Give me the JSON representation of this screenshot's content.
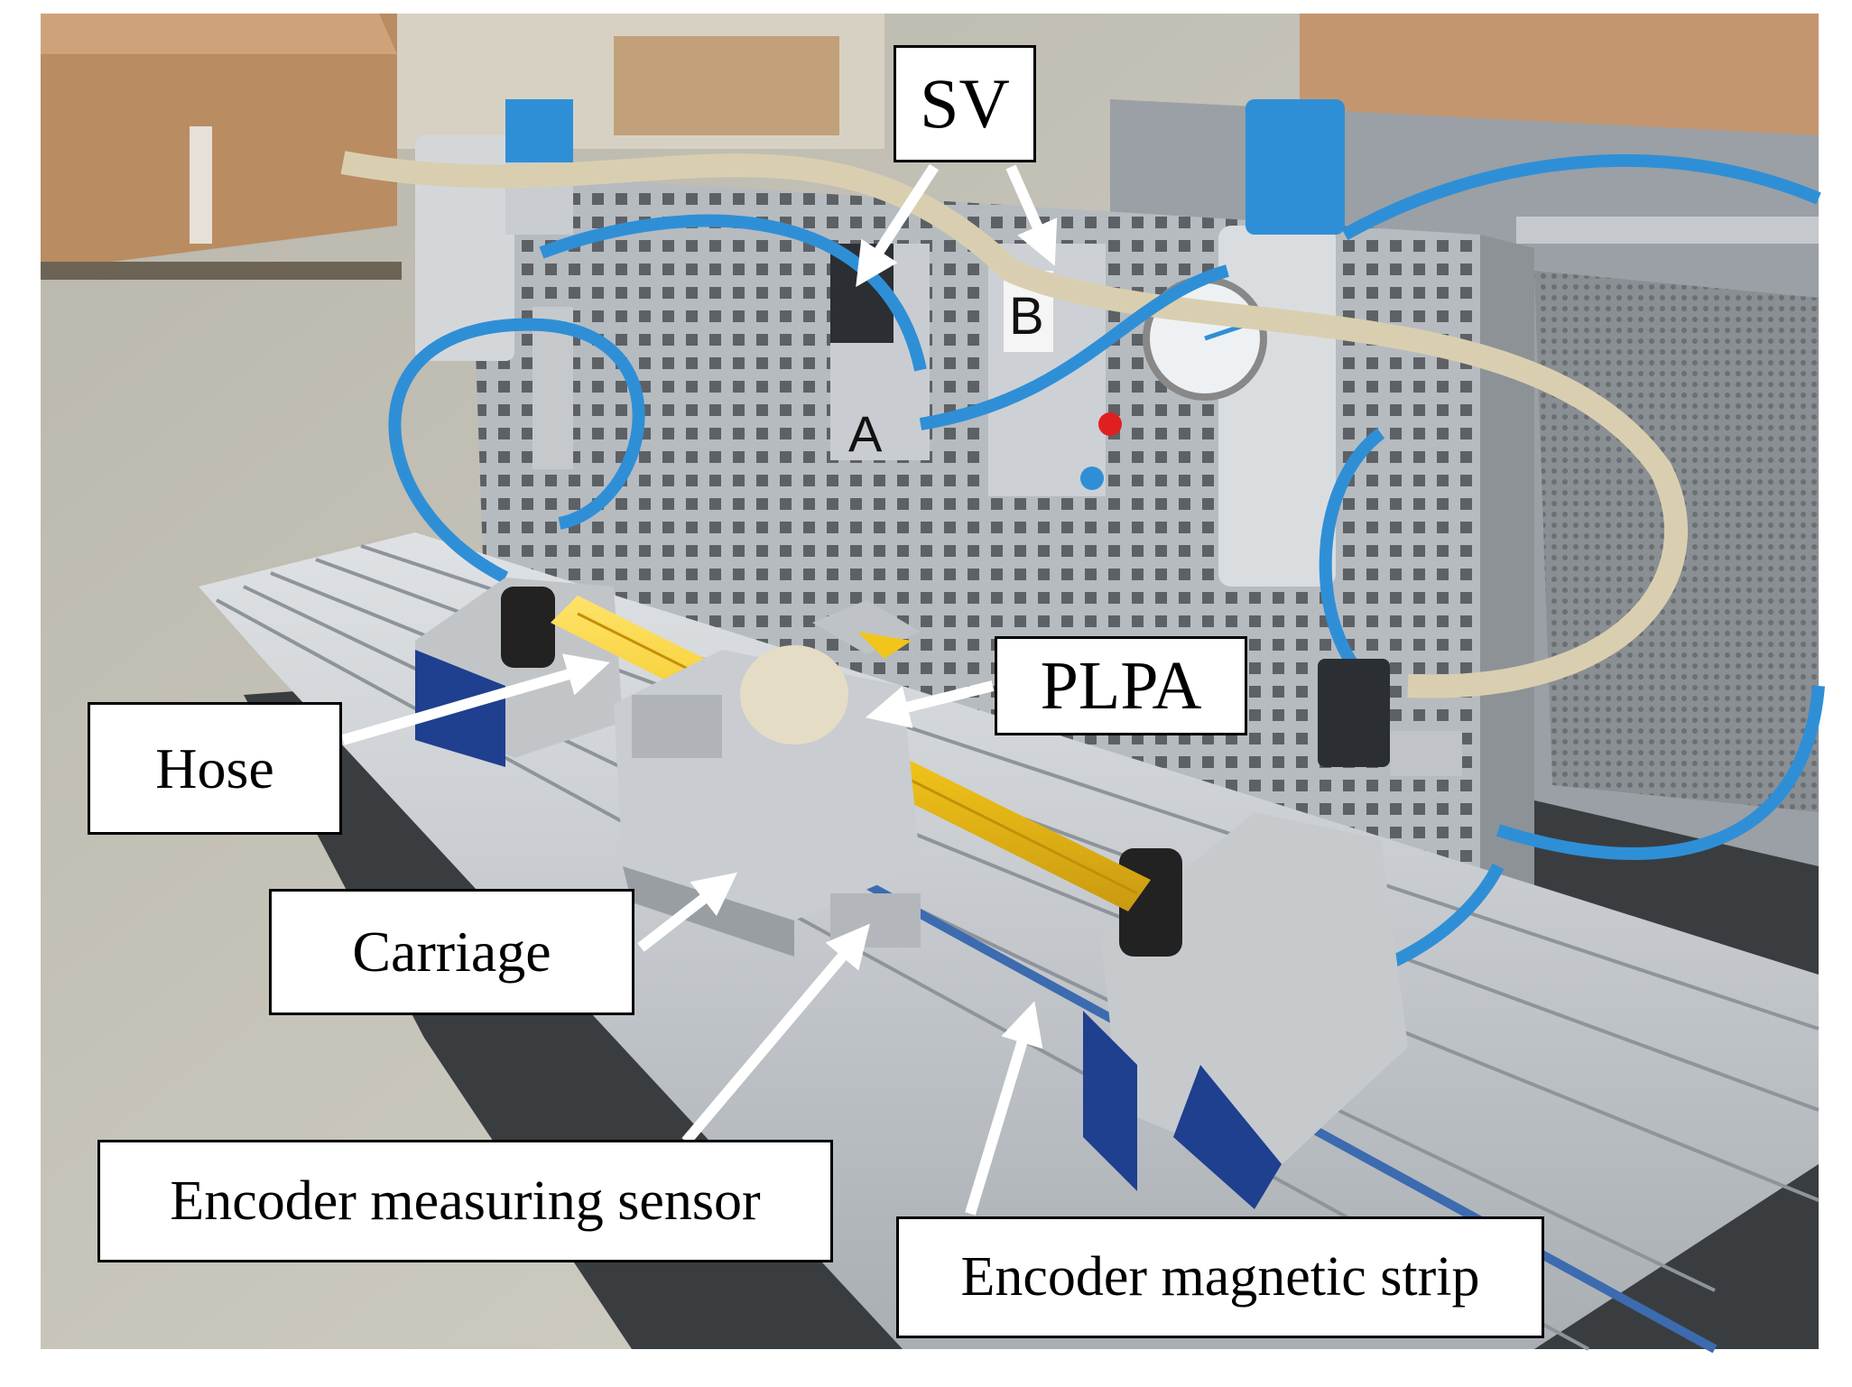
{
  "figure": {
    "labels": {
      "sv": "SV",
      "plpa": "PLPA",
      "hose": "Hose",
      "carriage": "Carriage",
      "encoder_sensor": "Encoder measuring sensor",
      "encoder_strip": "Encoder magnetic strip"
    },
    "valve_marks": {
      "a": "A",
      "b": "B"
    }
  },
  "colors": {
    "hose_yellow": "#f2c51a",
    "tube_blue": "#2f8fd6",
    "rail_aluminium": "#c7cbcf",
    "panel_steel": "#aab0b5",
    "base_blue": "#1f3f8f"
  }
}
